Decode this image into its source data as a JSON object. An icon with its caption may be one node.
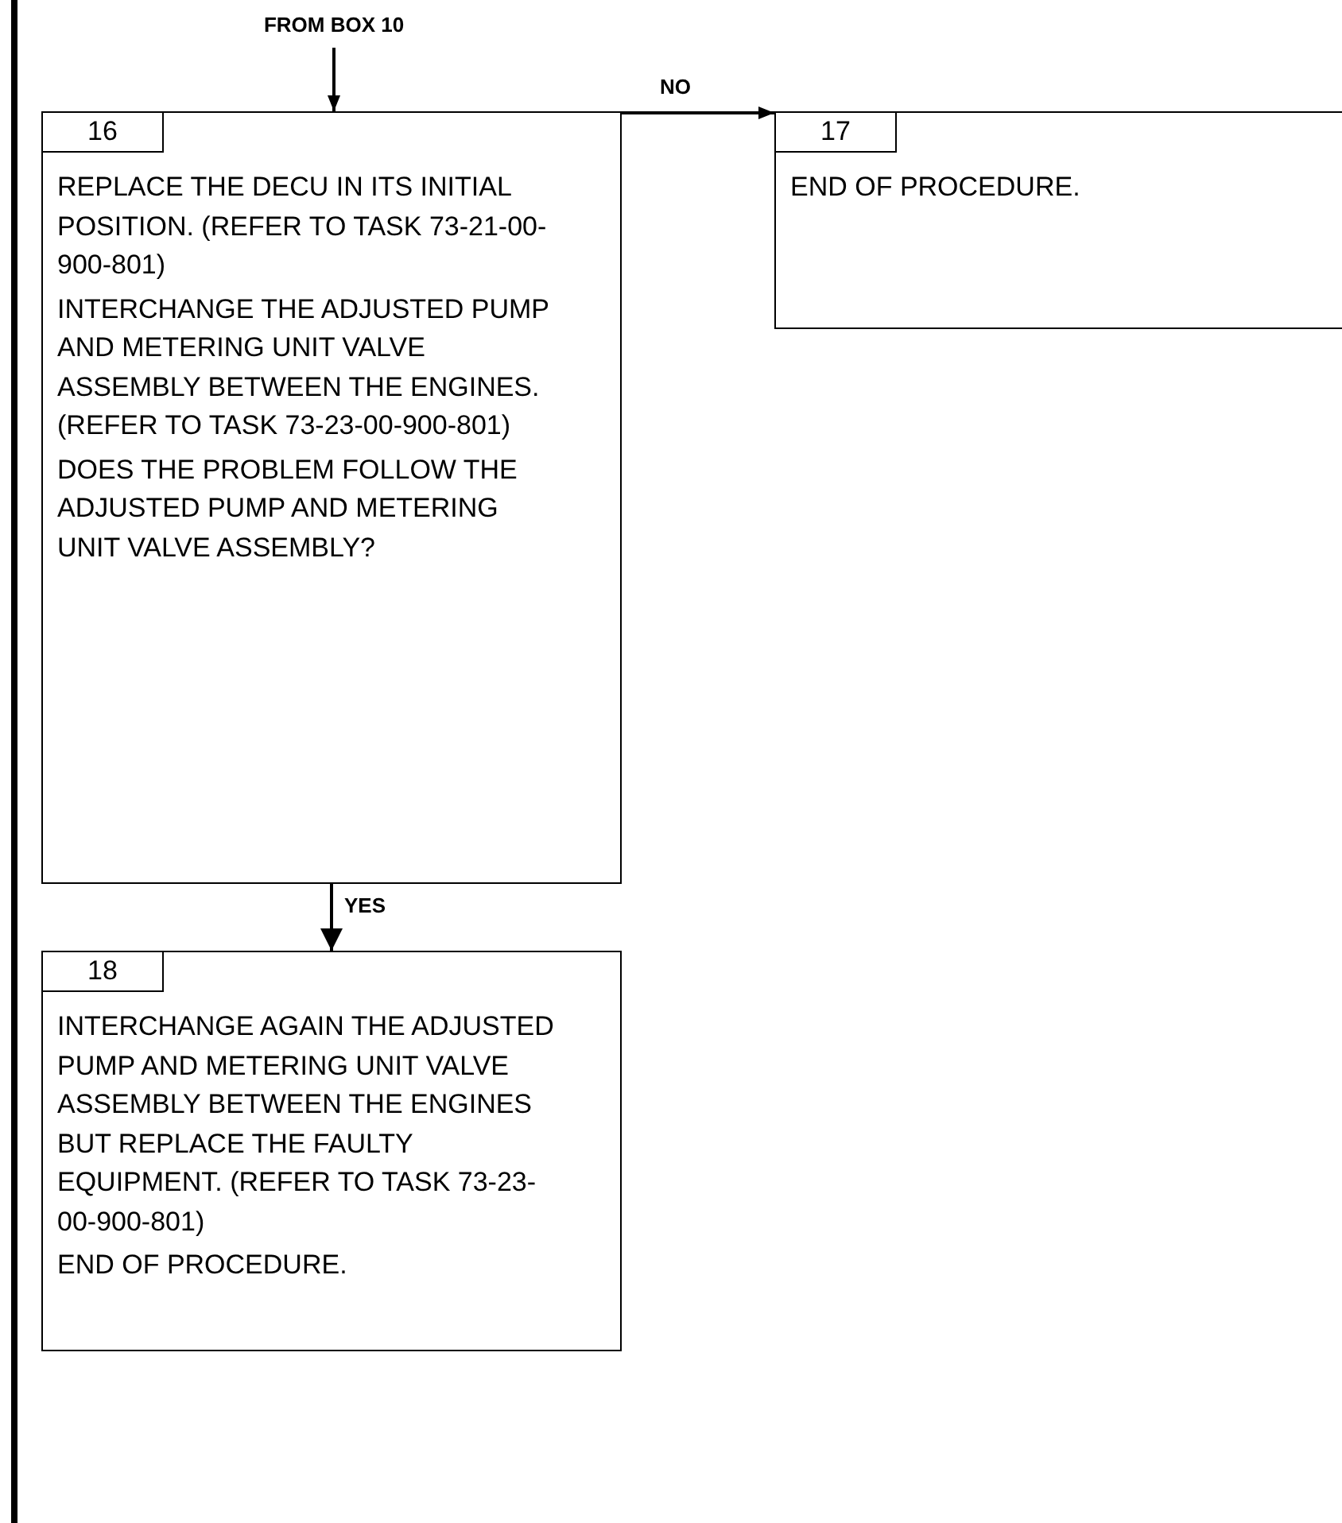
{
  "diagram": {
    "nodes": [
      {
        "text": [
          "FROM BOX 10"
        ]
      },
      {
        "text": [
          "16",
          "REPLACE THE DECU IN ITS INITIAL POSITION. (REFER TO TASK 73-21-00-900-801)",
          "INTERCHANGE THE ADJUSTED PUMP AND METERING UNIT VALVE ASSEMBLY BETWEEN THE ENGINES. (REFER TO TASK 73-23-00-900-801)",
          "DOES THE PROBLEM FOLLOW THE ADJUSTED PUMP AND METERING UNIT VALVE ASSEMBLY?"
        ]
      },
      {
        "text": [
          "17",
          "END OF PROCEDURE."
        ]
      },
      {
        "text": [
          "18",
          "INTERCHANGE AGAIN THE ADJUSTED PUMP AND METERING UNIT VALVE ASSEMBLY BETWEEN THE ENGINES BUT REPLACE THE FAULTY EQUIPMENT. (REFER TO TASK 73-23-00-900-801)",
          "END OF PROCEDURE."
        ]
      }
    ],
    "edges": [
      {
        "from": 0,
        "to": 1,
        "arrow": "to"
      },
      {
        "from": 1,
        "to": 2,
        "arrow": "to",
        "label": "NO"
      },
      {
        "from": 1,
        "to": 3,
        "arrow": "to",
        "label": "YES"
      }
    ]
  }
}
